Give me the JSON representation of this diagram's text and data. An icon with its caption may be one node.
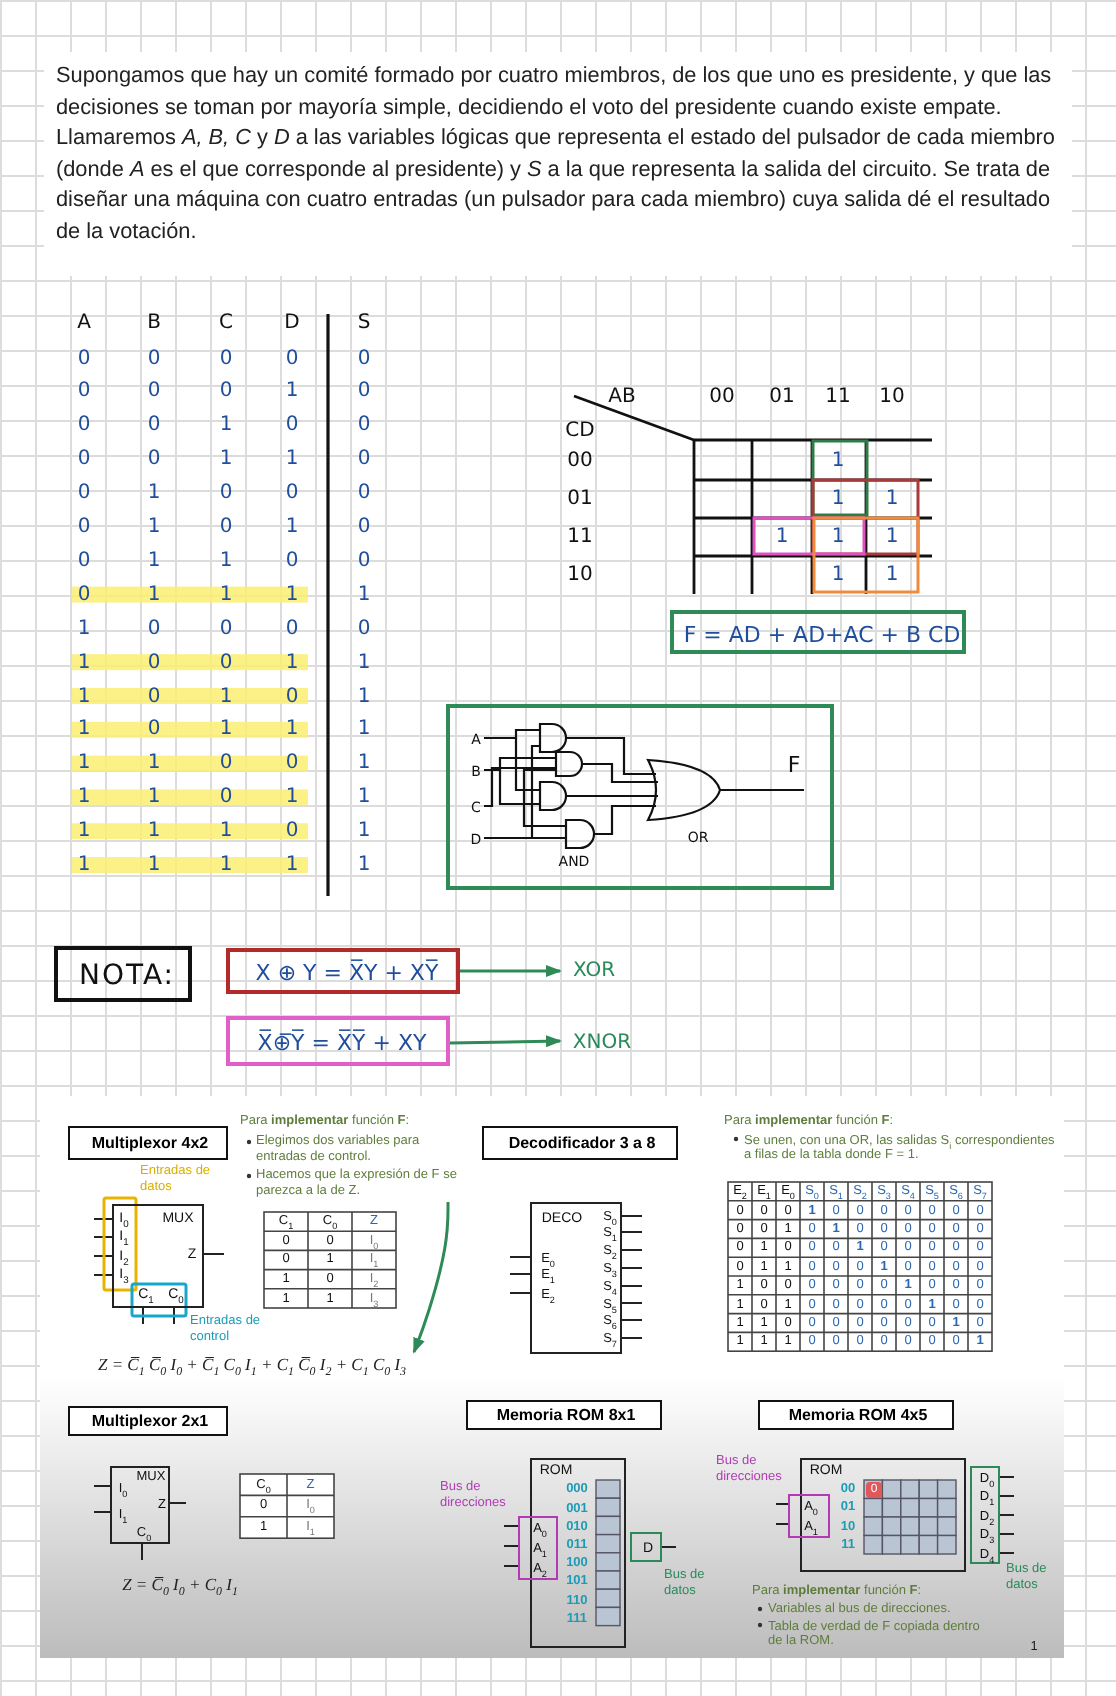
{
  "diagram": {
    "nodes": [
      {
        "text": [
          "F = AD + AD+AC + B CD"
        ]
      },
      {
        "text": [
          "A",
          "B",
          "C",
          "D",
          "F",
          "OR",
          "AND"
        ]
      },
      {
        "text": [
          "NOTA:"
        ]
      },
      {
        "text": [
          "X ⊕ Y = X̅Y + XY̅"
        ]
      },
      {
        "text": [
          "XOR"
        ]
      },
      {
        "text": [
          "X̅⊕̅Y̅ = X̅Y̅ + XY"
        ]
      },
      {
        "text": [
          "XNOR"
        ]
      },
      {
        "text": [
          "Multiplexor 4x2"
        ]
      },
      {
        "text": [
          "Para **implementar** función **F**:",
          "Elegimos dos variables para entradas de control.",
          "Hacemos que la expresión de F se parezca a la de Z."
        ]
      },
      {
        "text": [
          "MUX",
          "I$_{0}$",
          "I$_{1}$",
          "I$_{2}$",
          "I$_{3}$",
          "Z",
          "C$_{1}$",
          "C$_{0}$"
        ]
      },
      {
        "text": [
          "Z = C̅$_{1}$ C̅$_{0}$ I$_{0}$ + C̅$_{1}$ C$_{0}$ I$_{1}$ + C$_{1}$ C̅$_{0}$ I$_{2}$ + C$_{1}$ C$_{0}$ I$_{3}$"
        ]
      },
      {
        "text": [
          "Decodificador  3 a 8"
        ]
      },
      {
        "text": [
          "DECO",
          "E$_{0}$",
          "E$_{1}$",
          "E$_{2}$",
          "S$_{0}$",
          "S$_{1}$",
          "S$_{2}$",
          "S$_{3}$",
          "S$_{4}$",
          "S$_{5}$",
          "S$_{6}$",
          "S$_{7}$"
        ]
      },
      {
        "text": [
          "Multiplexor 2x1"
        ]
      },
      {
        "text": [
          "MUX",
          "I$_{0}$",
          "I$_{1}$",
          "Z",
          "C$_{0}$"
        ]
      },
      {
        "text": [
          "Memoria ROM  8x1"
        ]
      },
      {
        "text": [
          "ROM"
        ]
      },
      {
        "text": [
          "A$_{0}$",
          "A$_{1}$",
          "A$_{2}$"
        ]
      },
      {
        "text": [
          "D"
        ]
      },
      {
        "text": [
          "Memoria ROM  4x5"
        ]
      },
      {
        "text": [
          "ROM"
        ]
      },
      {
        "text": [
          "A$_{0}$",
          "A$_{1}$"
        ]
      },
      {
        "text": [
          "D$_{0}$",
          "D$_{1}$",
          "D$_{2}$",
          "D$_{3}$",
          "D$_{4}$"
        ]
      }
    ],
    "edges": [
      {
        "from": 3,
        "to": 4,
        "arrow": "to"
      },
      {
        "from": 5,
        "to": 6,
        "arrow": "to"
      },
      {
        "from": 8,
        "to": 10,
        "arrow": "to"
      }
    ],
    "labels": [
      "Supongamos que hay un comité formado por cuatro miembros, de los que uno es presidente, y que las decisiones se toman por mayoría simple, decidiendo el voto del presidente cuando existe empate. Llamaremos *A, B, C* y *D*  a las variables lógicas que representa el estado del pulsador de cada miembro (donde *A* es el que corresponde al presidente) y *S* a la que representa la salida del circuito. Se trata de diseñar una máquina con cuatro entradas (un pulsador para cada miembro) cuya salida dé el resultado de la votación.",
      "A",
      "B",
      "C",
      "D",
      "S",
      "0",
      "0",
      "0",
      "0",
      "0",
      "0",
      "0",
      "0",
      "1",
      "0",
      "0",
      "0",
      "1",
      "0",
      "0",
      "0",
      "0",
      "1",
      "1",
      "0",
      "0",
      "1",
      "0",
      "0",
      "0",
      "0",
      "1",
      "0",
      "1",
      "0",
      "0",
      "1",
      "1",
      "0",
      "0",
      "0",
      "1",
      "1",
      "1",
      "1",
      "1",
      "0",
      "0",
      "0",
      "0",
      "1",
      "0",
      "0",
      "1",
      "1",
      "1",
      "0",
      "1",
      "0",
      "1",
      "1",
      "0",
      "1",
      "1",
      "1",
      "1",
      "1",
      "0",
      "0",
      "1",
      "1",
      "1",
      "0",
      "1",
      "1",
      "1",
      "1",
      "1",
      "0",
      "1",
      "1",
      "1",
      "1",
      "1",
      "1",
      "AB",
      "00",
      "01",
      "11",
      "10",
      "CD",
      "00",
      "1",
      "01",
      "1",
      "1",
      "11",
      "1",
      "1",
      "1",
      "10",
      "1",
      "1",
      "Entradas de datos",
      "Entradas de control",
      "C$_{1}$",
      "C$_{0}$",
      "Z",
      "0",
      "0",
      "I$_{0}$",
      "0",
      "1",
      "I$_{1}$",
      "1",
      "0",
      "I$_{2}$",
      "1",
      "1",
      "I$_{3}$",
      "Para **implementar** función **F**:",
      "Se unen, con una OR, las salidas S$_{i}$ correspondientes a filas de la tabla donde F = 1.",
      "E$_{2}$",
      "E$_{1}$",
      "E$_{0}$",
      "S$_{0}$",
      "S$_{1}$",
      "S$_{2}$",
      "S$_{3}$",
      "S$_{4}$",
      "S$_{5}$",
      "S$_{6}$",
      "S$_{7}$",
      "0",
      "0",
      "0",
      "1",
      "0",
      "0",
      "0",
      "0",
      "0",
      "0",
      "0",
      "0",
      "0",
      "1",
      "0",
      "1",
      "0",
      "0",
      "0",
      "0",
      "0",
      "0",
      "0",
      "1",
      "0",
      "0",
      "0",
      "1",
      "0",
      "0",
      "0",
      "0",
      "0",
      "0",
      "1",
      "1",
      "0",
      "0",
      "0",
      "1",
      "0",
      "0",
      "0",
      "0",
      "1",
      "0",
      "0",
      "0",
      "0",
      "0",
      "0",
      "1",
      "0",
      "0",
      "0",
      "1",
      "0",
      "1",
      "0",
      "0",
      "0",
      "0",
      "0",
      "1",
      "0",
      "0",
      "1",
      "1",
      "0",
      "0",
      "0",
      "0",
      "0",
      "0",
      "0",
      "1",
      "0",
      "1",
      "1",
      "1",
      "0",
      "0",
      "0",
      "0",
      "0",
      "0",
      "0",
      "1",
      "C$_{0}$",
      "Z",
      "0",
      "I$_{0}$",
      "1",
      "I$_{1}$",
      "Z = C̅$_{0}$ I$_{0}$ + C$_{0}$ I$_{1}$",
      "Bus de direcciones",
      "000",
      "001",
      "010",
      "011",
      "100",
      "101",
      "110",
      "111",
      "Bus de datos",
      "Bus de direcciones",
      "00",
      "01",
      "10",
      "11",
      "0",
      "Bus de datos",
      "Para **implementar** función **F**:",
      "Variables al bus de direcciones.",
      "Tabla de verdad de F copiada dentro de la ROM.",
      "1"
    ]
  }
}
